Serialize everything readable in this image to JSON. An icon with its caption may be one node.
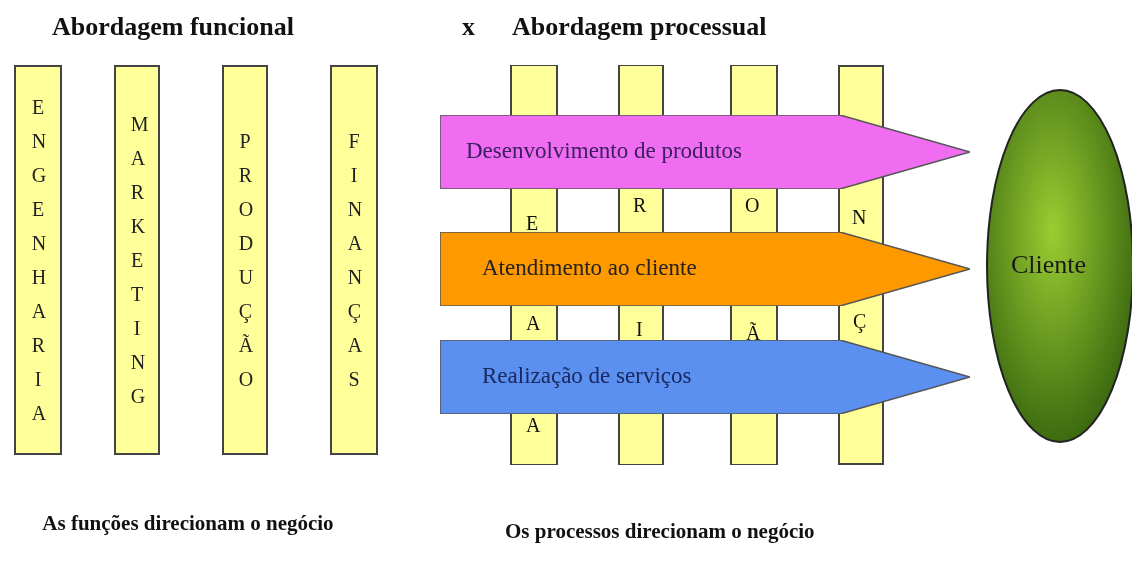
{
  "diagram": {
    "nodes": [
      {
        "text": [
          "ENGENHARIA"
        ]
      },
      {
        "text": [
          "MARKETING"
        ]
      },
      {
        "text": [
          "PRODUÇÃO"
        ]
      },
      {
        "text": [
          "FINANÇAS"
        ]
      },
      {
        "text": [],
        "shape": "bar"
      },
      {
        "text": [],
        "shape": "bar"
      },
      {
        "text": [],
        "shape": "bar"
      },
      {
        "text": [],
        "shape": "bar"
      },
      {
        "text": [
          "Desenvolvimento de produtos"
        ]
      },
      {
        "text": [
          "Atendimento ao cliente"
        ]
      },
      {
        "text": [
          "Realização de serviços"
        ]
      },
      {
        "text": [
          "Cliente"
        ]
      }
    ],
    "edges": [],
    "labels": [
      "Abordagem funcional",
      "x",
      "Abordagem processual",
      "E",
      "A",
      "A",
      "R",
      "I",
      "O",
      "Ã",
      "N",
      "Ç",
      "As funções direcionam o negócio",
      "Os processos direcionam o negócio"
    ]
  }
}
